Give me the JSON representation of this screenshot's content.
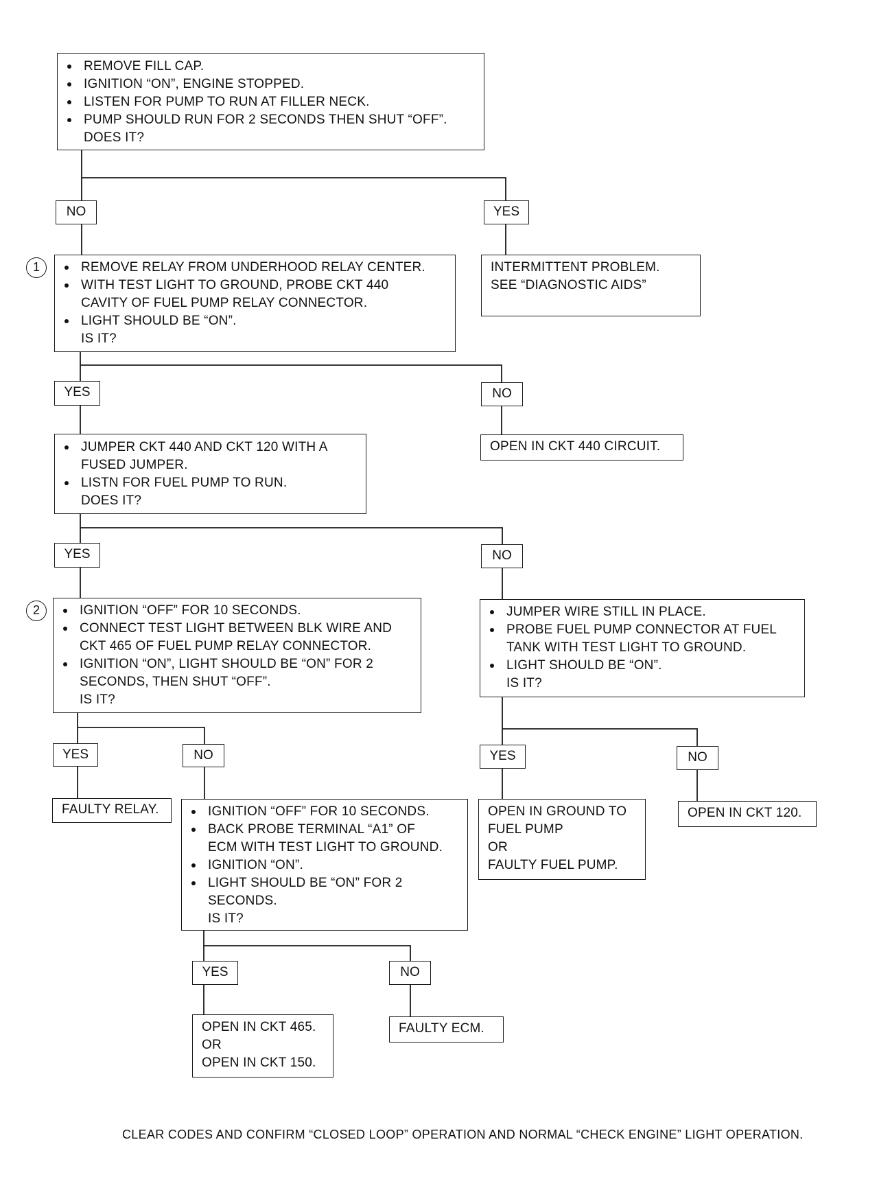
{
  "start": {
    "items": [
      "REMOVE FILL CAP.",
      "IGNITION “ON”, ENGINE STOPPED.",
      "LISTEN FOR PUMP TO RUN AT FILLER NECK.",
      "PUMP SHOULD RUN FOR 2 SECONDS THEN SHUT “OFF”."
    ],
    "question": "DOES IT?"
  },
  "relay_check": {
    "marker": "1",
    "items": [
      "REMOVE RELAY FROM UNDERHOOD RELAY CENTER.",
      "WITH TEST LIGHT TO GROUND, PROBE CKT 440",
      "LIGHT SHOULD BE “ON”."
    ],
    "item2_cont": "CAVITY OF FUEL PUMP RELAY CONNECTOR.",
    "question": "IS IT?"
  },
  "intermittent": {
    "line1": "INTERMITTENT PROBLEM.",
    "line2": "SEE “DIAGNOSTIC AIDS”"
  },
  "open_440": {
    "text": "OPEN IN CKT 440 CIRCUIT."
  },
  "jumper_check": {
    "items": [
      "JUMPER CKT 440 AND CKT 120 WITH A",
      "LISTN FOR FUEL PUMP TO RUN."
    ],
    "item1_cont": "FUSED JUMPER.",
    "question": "DOES IT?"
  },
  "ignition_check": {
    "marker": "2",
    "items": [
      "IGNITION “OFF” FOR 10 SECONDS.",
      "CONNECT TEST LIGHT BETWEEN BLK WIRE AND",
      "IGNITION “ON”, LIGHT SHOULD BE “ON” FOR 2"
    ],
    "item2_cont": "CKT 465 OF FUEL PUMP RELAY CONNECTOR.",
    "item3_cont": "SECONDS, THEN SHUT “OFF”.",
    "question": "IS IT?"
  },
  "probe_check": {
    "items": [
      "JUMPER WIRE STILL IN PLACE.",
      "PROBE FUEL PUMP CONNECTOR AT FUEL",
      "LIGHT SHOULD BE “ON”."
    ],
    "item2_cont": "TANK WITH TEST LIGHT TO GROUND.",
    "question": "IS IT?"
  },
  "faulty_relay": {
    "text": "FAULTY RELAY."
  },
  "ecm_check": {
    "items": [
      "IGNITION “OFF” FOR 10 SECONDS.",
      "BACK PROBE TERMINAL “A1” OF",
      "IGNITION “ON”.",
      "LIGHT SHOULD BE “ON” FOR 2"
    ],
    "item2_cont": "ECM WITH TEST LIGHT TO GROUND.",
    "item4_cont": "SECONDS.",
    "question": "IS IT?"
  },
  "open_ground": {
    "line1": "OPEN IN GROUND TO",
    "line2": "FUEL PUMP",
    "line3": "OR",
    "line4": "FAULTY FUEL PUMP."
  },
  "open_120": {
    "text": "OPEN IN CKT 120."
  },
  "open_465_150": {
    "line1": "OPEN IN CKT 465.",
    "line2": "OR",
    "line3": "OPEN IN CKT 150."
  },
  "faulty_ecm": {
    "text": "FAULTY ECM."
  },
  "labels": {
    "yes": "YES",
    "no": "NO"
  },
  "footer": "CLEAR CODES AND CONFIRM “CLOSED LOOP” OPERATION AND NORMAL “CHECK ENGINE” LIGHT OPERATION."
}
